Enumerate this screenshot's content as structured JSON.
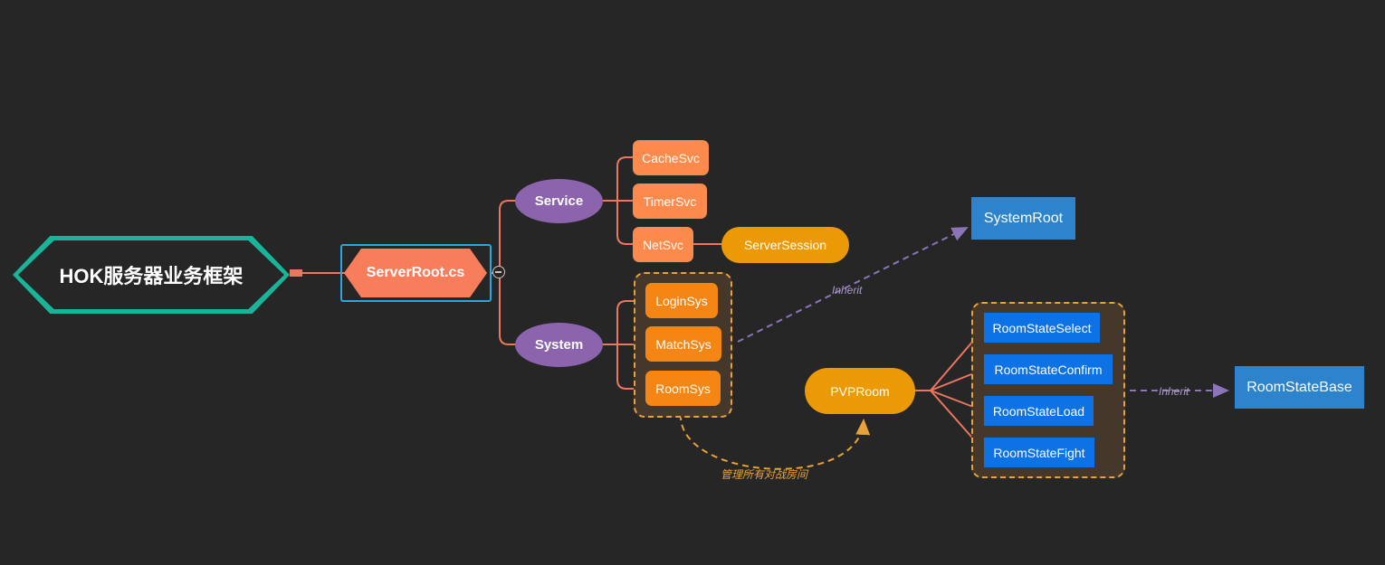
{
  "root": {
    "label": "HOK服务器业务框架"
  },
  "center": {
    "label": "ServerRoot.cs"
  },
  "branches": {
    "service": {
      "label": "Service",
      "children": [
        "CacheSvc",
        "TimerSvc",
        "NetSvc"
      ]
    },
    "system": {
      "label": "System",
      "children": [
        "LoginSys",
        "MatchSys",
        "RoomSys"
      ]
    }
  },
  "server_session": {
    "label": "ServerSession"
  },
  "system_root": {
    "label": "SystemRoot"
  },
  "pvp_room": {
    "label": "PVPRoom"
  },
  "room_states": [
    "RoomStateSelect",
    "RoomStateConfirm",
    "RoomStateLoad",
    "RoomStateFight"
  ],
  "room_state_base": {
    "label": "RoomStateBase"
  },
  "annotations": {
    "inherit_top": "Inherit",
    "inherit_right": "Inherit",
    "manage_rooms": "管理所有对战房间"
  },
  "colors": {
    "background": "#262626",
    "root_border": "#18b59a",
    "connector": "#ee7660",
    "branch_ellipse": "#8c64ae",
    "service_node": "#fb8a4c",
    "system_node": "#f58613",
    "pill": "#eb9a05",
    "state_node": "#0d72e6",
    "base_node": "#2d83cc",
    "inherit_line": "#8c74b8",
    "dashed_group": "#e8a23a"
  }
}
